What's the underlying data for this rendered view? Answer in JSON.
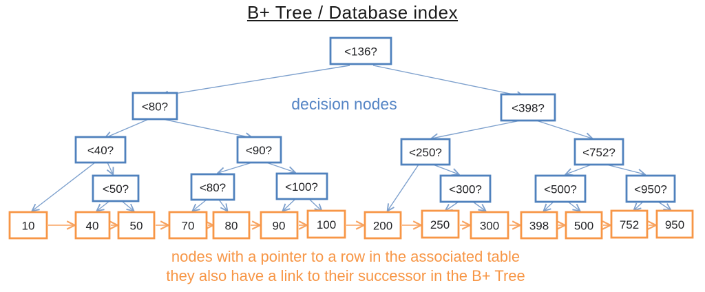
{
  "title": "B+ Tree / Database index",
  "annotations": {
    "decision_label": "decision nodes",
    "caption_line1": "nodes with a pointer to a row in the associated table",
    "caption_line2": "they also have a link to their successor in the B+ Tree"
  },
  "colors": {
    "decision_node_border": "#4f81bd",
    "tree_arrow_blue": "#7da0cd",
    "decision_annotation_blue": "#5585c5",
    "leaf_node_border": "#f79646",
    "leaf_chain_arrow": "#f8a360",
    "caption_orange": "#f79646",
    "node_text": "#202124",
    "title_text": "#1a1a1a",
    "background": "#ffffff"
  },
  "tree": {
    "decision_nodes": [
      {
        "id": "n136",
        "label": "<136?"
      },
      {
        "id": "n80a",
        "label": "<80?"
      },
      {
        "id": "n398",
        "label": "<398?"
      },
      {
        "id": "n40",
        "label": "<40?"
      },
      {
        "id": "n90",
        "label": "<90?"
      },
      {
        "id": "n250",
        "label": "<250?"
      },
      {
        "id": "n752",
        "label": "<752?"
      },
      {
        "id": "n50",
        "label": "<50?"
      },
      {
        "id": "n80b",
        "label": "<80?"
      },
      {
        "id": "n100",
        "label": "<100?"
      },
      {
        "id": "n300",
        "label": "<300?"
      },
      {
        "id": "n500",
        "label": "<500?"
      },
      {
        "id": "n950",
        "label": "<950?"
      }
    ],
    "leaf_nodes": [
      {
        "id": "L10",
        "label": "10"
      },
      {
        "id": "L40",
        "label": "40"
      },
      {
        "id": "L50",
        "label": "50"
      },
      {
        "id": "L70",
        "label": "70"
      },
      {
        "id": "L80",
        "label": "80"
      },
      {
        "id": "L90",
        "label": "90"
      },
      {
        "id": "L100",
        "label": "100"
      },
      {
        "id": "L200",
        "label": "200"
      },
      {
        "id": "L250",
        "label": "250"
      },
      {
        "id": "L300",
        "label": "300"
      },
      {
        "id": "L398",
        "label": "398"
      },
      {
        "id": "L500",
        "label": "500"
      },
      {
        "id": "L752",
        "label": "752"
      },
      {
        "id": "L950",
        "label": "950"
      }
    ],
    "edges": [
      {
        "from": "n136",
        "to": "n80a"
      },
      {
        "from": "n136",
        "to": "n398"
      },
      {
        "from": "n80a",
        "to": "n40"
      },
      {
        "from": "n80a",
        "to": "n90"
      },
      {
        "from": "n40",
        "to": "L10"
      },
      {
        "from": "n40",
        "to": "n50"
      },
      {
        "from": "n50",
        "to": "L40"
      },
      {
        "from": "n50",
        "to": "L50"
      },
      {
        "from": "n90",
        "to": "n80b"
      },
      {
        "from": "n90",
        "to": "n100"
      },
      {
        "from": "n80b",
        "to": "L70"
      },
      {
        "from": "n80b",
        "to": "L80"
      },
      {
        "from": "n100",
        "to": "L90"
      },
      {
        "from": "n100",
        "to": "L100"
      },
      {
        "from": "n398",
        "to": "n250"
      },
      {
        "from": "n398",
        "to": "n752"
      },
      {
        "from": "n250",
        "to": "L200"
      },
      {
        "from": "n250",
        "to": "n300"
      },
      {
        "from": "n300",
        "to": "L250"
      },
      {
        "from": "n300",
        "to": "L300"
      },
      {
        "from": "n752",
        "to": "n500"
      },
      {
        "from": "n752",
        "to": "n950"
      },
      {
        "from": "n500",
        "to": "L398"
      },
      {
        "from": "n500",
        "to": "L500"
      },
      {
        "from": "n950",
        "to": "L752"
      },
      {
        "from": "n950",
        "to": "L950"
      }
    ],
    "leaf_chain_order": [
      "10",
      "40",
      "50",
      "70",
      "80",
      "90",
      "100",
      "200",
      "250",
      "300",
      "398",
      "500",
      "752",
      "950"
    ]
  }
}
